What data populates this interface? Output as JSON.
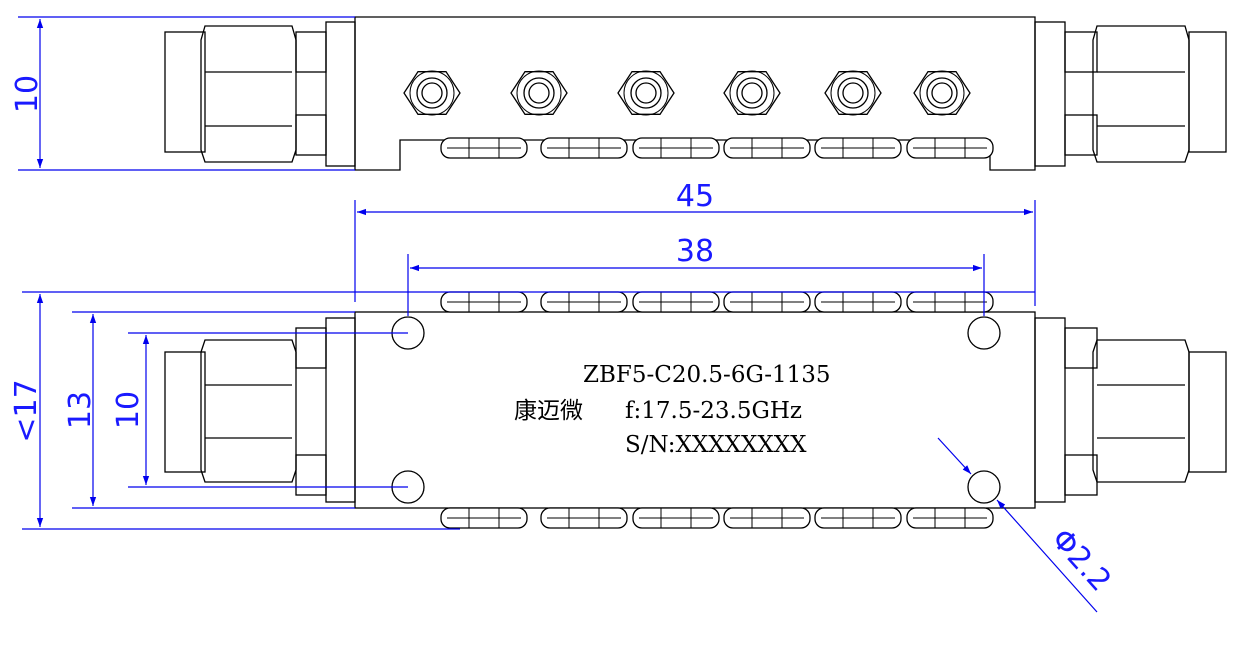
{
  "label": {
    "model": "ZBF5-C20.5-6G-1135",
    "brand": "康迈微",
    "freq": "f:17.5-23.5GHz",
    "serial": "S/N:XXXXXXXX"
  },
  "dims": {
    "top_height": "10",
    "length_45": "45",
    "hole_pitch_38": "38",
    "width_17": "<17",
    "hole_pitch_13": "13",
    "connector_10": "10",
    "hole_dia": "Φ2.2"
  },
  "colors": {
    "outline": "#000000",
    "dimension": "#0000ee"
  }
}
